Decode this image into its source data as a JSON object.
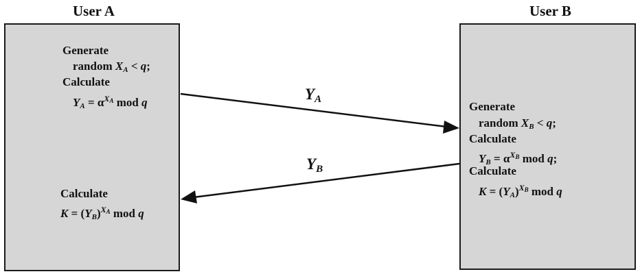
{
  "user_a": {
    "title": "User A",
    "gen_label": "Generate",
    "gen_expr": {
      "prefix": "random ",
      "var": "X",
      "sub": "A",
      "rest": " < ",
      "q": "q",
      "end": ";"
    },
    "calc1_label": "Calculate",
    "calc1_expr": {
      "var": "Y",
      "sub": "A",
      "eq": " = α",
      "sup_var": "X",
      "sup_sub": "A",
      "tail": " mod ",
      "q": "q"
    },
    "calc2_label": "Calculate",
    "calc2_expr": {
      "k": "K",
      "eq": " = (",
      "var": "Y",
      "sub": "B",
      "close": ")",
      "sup_var": "X",
      "sup_sub": "A",
      "tail": " mod ",
      "q": "q"
    }
  },
  "user_b": {
    "title": "User B",
    "gen_label": "Generate",
    "gen_expr": {
      "prefix": "random ",
      "var": "X",
      "sub": "B",
      "rest": " < ",
      "q": "q",
      "end": ";"
    },
    "calc1_label": "Calculate",
    "calc1_expr": {
      "var": "Y",
      "sub": "B",
      "eq": " = α",
      "sup_var": "X",
      "sup_sub": "B",
      "tail": " mod ",
      "q": "q",
      "end": ";"
    },
    "calc2_label": "Calculate",
    "calc2_expr": {
      "k": "K",
      "eq": " = (",
      "var": "Y",
      "sub": "A",
      "close": ")",
      "sup_var": "X",
      "sup_sub": "B",
      "tail": " mod ",
      "q": "q"
    }
  },
  "messages": {
    "a_to_b": {
      "var": "Y",
      "sub": "A"
    },
    "b_to_a": {
      "var": "Y",
      "sub": "B"
    }
  }
}
